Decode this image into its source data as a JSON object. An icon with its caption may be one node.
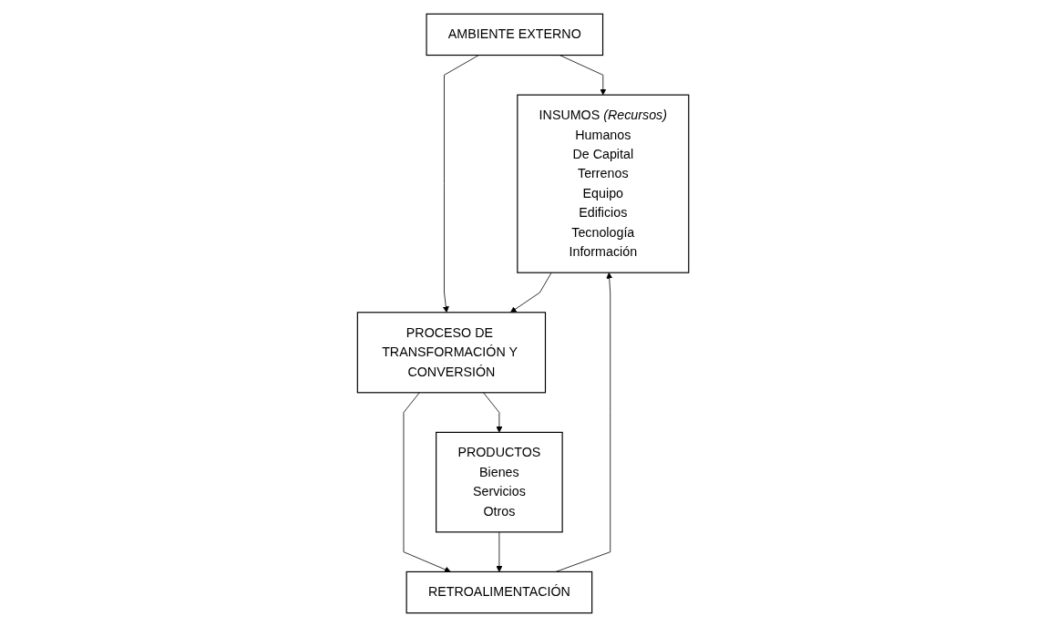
{
  "diagram": {
    "nodes": [
      {
        "text": [
          "AMBIENTE EXTERNO"
        ]
      },
      {
        "text": [
          "INSUMOS *(Recursos)*",
          "Humanos",
          "De Capital",
          "Terrenos",
          "Equipo",
          "Edificios",
          "Tecnología",
          "Información"
        ]
      },
      {
        "text": [
          "PROCESO DE TRANSFORMACIÓN Y CONVERSIÓN"
        ]
      },
      {
        "text": [
          "PRODUCTOS",
          "Bienes",
          "Servicios",
          "Otros"
        ]
      },
      {
        "text": [
          "RETROALIMENTACIÓN"
        ]
      }
    ],
    "edges": [
      {
        "from": 0,
        "to": 1,
        "arrow": "to"
      },
      {
        "from": 0,
        "to": 2,
        "arrow": "to"
      },
      {
        "from": 1,
        "to": 2,
        "arrow": "to"
      },
      {
        "from": 2,
        "to": 3,
        "arrow": "to"
      },
      {
        "from": 2,
        "to": 4,
        "arrow": "to"
      },
      {
        "from": 3,
        "to": 4,
        "arrow": "to"
      },
      {
        "from": 4,
        "to": 1,
        "arrow": "to"
      }
    ]
  }
}
